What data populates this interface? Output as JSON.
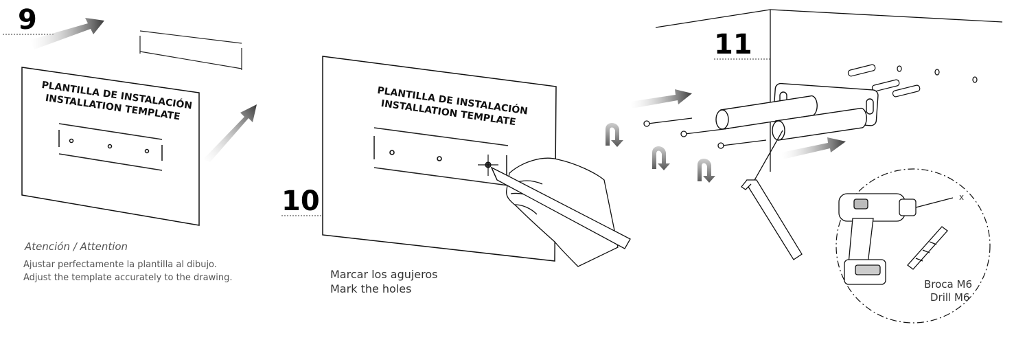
{
  "steps": {
    "s9": {
      "number": "9",
      "template_title_es": "PLANTILLA DE INSTALACIÓN",
      "template_title_en": "INSTALLATION TEMPLATE",
      "attention": "Atención / Attention",
      "note_es": "Ajustar perfectamente la plantilla al dibujo.",
      "note_en": "Adjust the template accurately to the drawing."
    },
    "s10": {
      "number": "10",
      "template_title_es": "PLANTILLA DE INSTALACIÓN",
      "template_title_en": "INSTALLATION TEMPLATE",
      "caption_es": "Marcar los agujeros",
      "caption_en": "Mark the holes"
    },
    "s11": {
      "number": "11",
      "drill_label_es": "Broca M6",
      "drill_label_en": "Drill M6",
      "drill_bit_mark": "x"
    }
  },
  "icons": [
    "arrow-icon",
    "rotate-screw-icon",
    "drill-icon",
    "drill-bit-icon",
    "pencil-icon",
    "hand-icon",
    "allen-key-icon",
    "wall-plug-icon",
    "screw-icon",
    "bracket-icon"
  ]
}
